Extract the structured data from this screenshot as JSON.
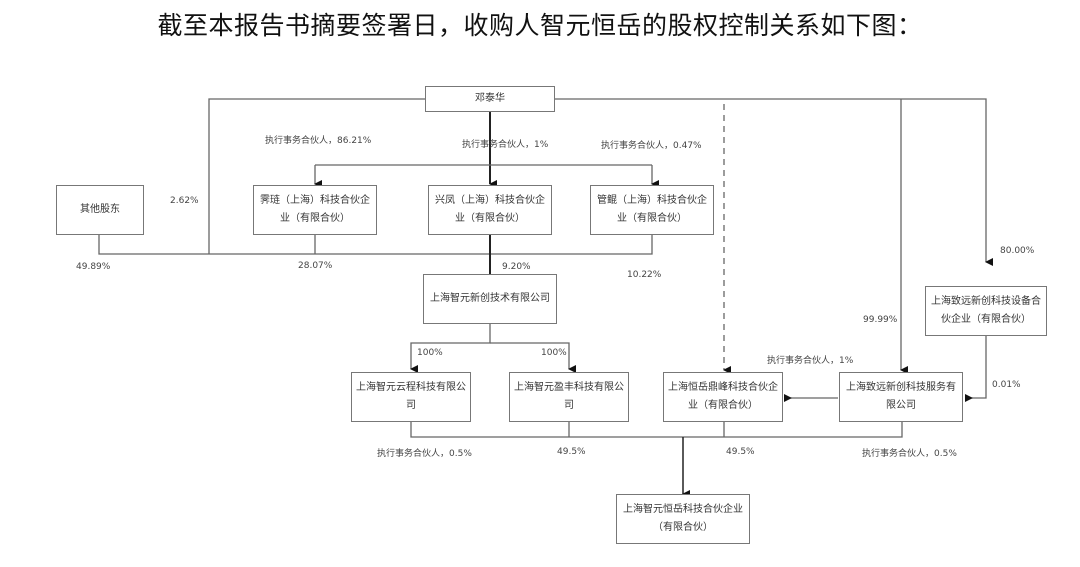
{
  "title": "截至本报告书摘要签署日，收购人智元恒岳的股权控制关系如下图：",
  "nodes": {
    "deng": "邓泰华",
    "others": "其他股东",
    "yilian": "霁琏（上海）科技合伙企业（有限合伙）",
    "xingfeng": "兴凤（上海）科技合伙企业（有限合伙）",
    "guanyi": "管鲲（上海）科技合伙企业（有限合伙）",
    "zhiyuan_xinchuang": "上海智元新创技术有限公司",
    "zhiyuan_yuncheng": "上海智元云程科技有限公司",
    "zhiyuan_yingfeng": "上海智元盈丰科技有限公司",
    "hengyue_dingfeng": "上海恒岳鼎峰科技合伙企业（有限合伙）",
    "zhiyuan_equip": "上海致远新创科技设备合伙企业（有限合伙）",
    "zhiyuan_service": "上海致远新创科技服务有限公司",
    "zhiyuan_hengyue": "上海智元恒岳科技合伙企业（有限合伙）"
  },
  "labels": {
    "deng_yilian": "执行事务合伙人，86.21%",
    "deng_xingfeng": "执行事务合伙人，1%",
    "deng_guanyi": "执行事务合伙人，0.47%",
    "deng_direct": "2.62%",
    "others_pct": "49.89%",
    "yilian_pct": "28.07%",
    "xingfeng_pct": "9.20%",
    "guanyi_pct": "10.22%",
    "yuncheng_pct": "100%",
    "yingfeng_pct": "100%",
    "deng_equip": "80.00%",
    "deng_service": "99.99%",
    "equip_service": "0.01%",
    "service_dingfeng": "执行事务合伙人，1%",
    "yuncheng_final": "执行事务合伙人，0.5%",
    "yingfeng_final": "49.5%",
    "dingfeng_final": "49.5%",
    "service_final": "执行事务合伙人，0.5%"
  }
}
